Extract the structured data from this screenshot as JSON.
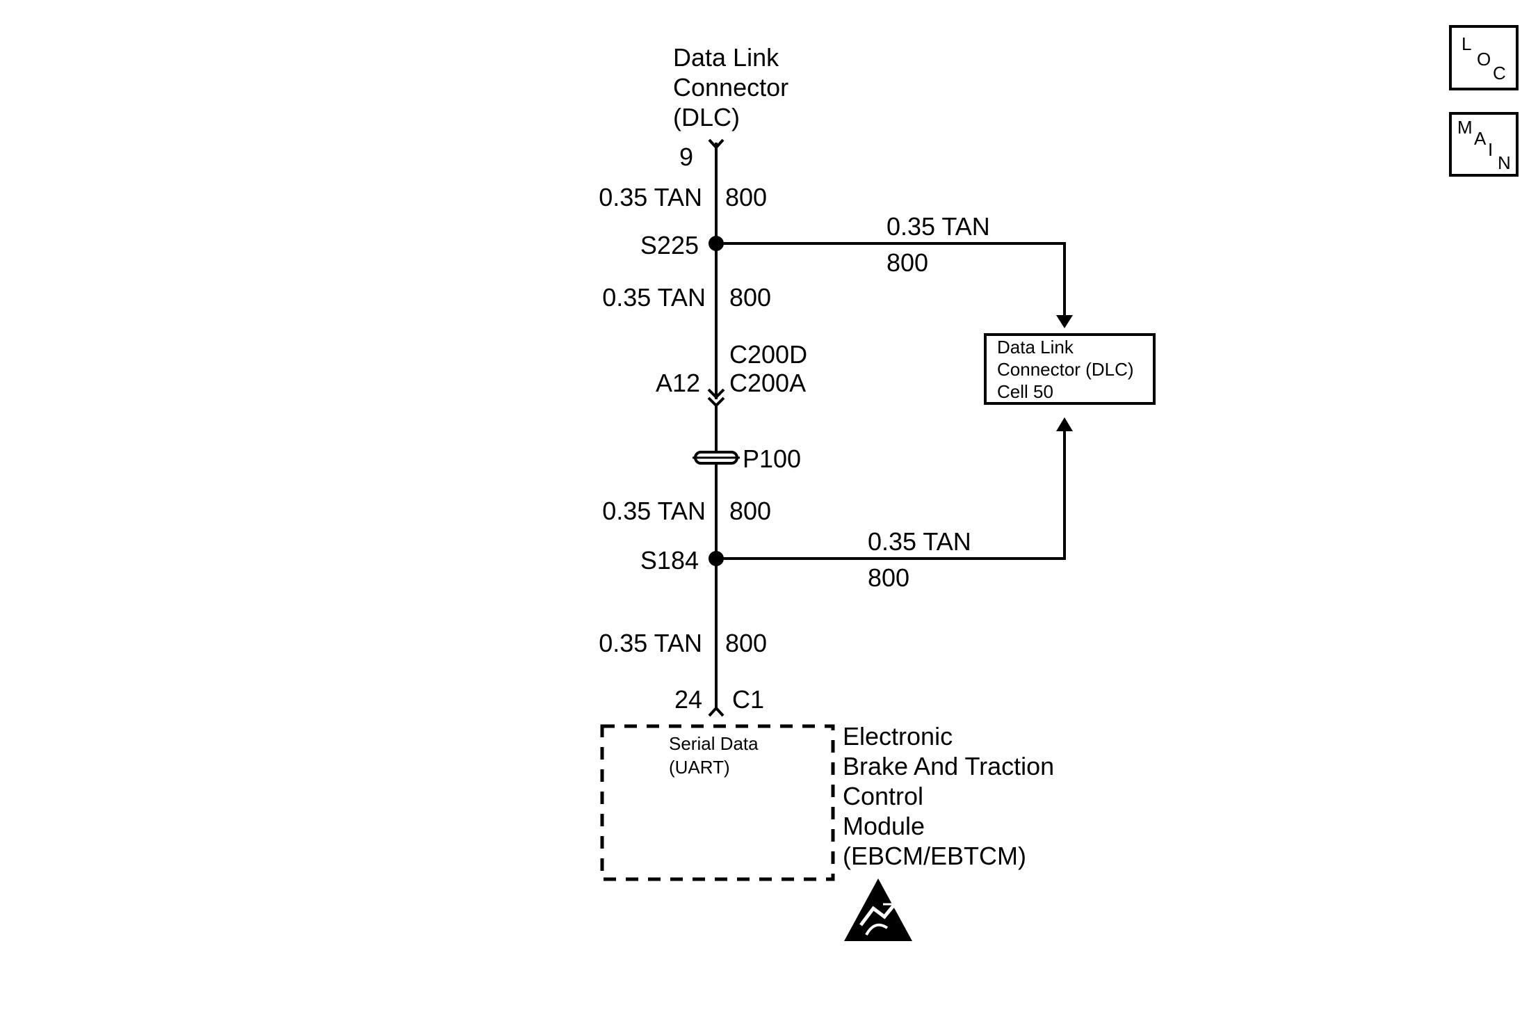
{
  "top_connector": {
    "name_lines": [
      "Data Link",
      "Connector",
      "(DLC)"
    ],
    "pin": "9"
  },
  "wires": {
    "w1": {
      "gauge": "0.35 TAN",
      "circuit": "800"
    },
    "w2": {
      "gauge": "0.35 TAN",
      "circuit": "800"
    },
    "w3": {
      "gauge": "0.35 TAN",
      "circuit": "800"
    },
    "w4": {
      "gauge": "0.35 TAN",
      "circuit": "800"
    },
    "branch_upper": {
      "gauge": "0.35 TAN",
      "circuit": "800"
    },
    "branch_lower": {
      "gauge": "0.35 TAN",
      "circuit": "800"
    }
  },
  "splices": {
    "upper": "S225",
    "lower": "S184"
  },
  "inline_connector": {
    "pin": "A12",
    "upper": "C200D",
    "lower": "C200A"
  },
  "ground_point": "P100",
  "module_connector": {
    "pin": "24",
    "connector": "C1"
  },
  "reference_box": {
    "lines": [
      "Data Link",
      "Connector (DLC)",
      "Cell 50"
    ]
  },
  "module": {
    "internal_lines": [
      "Serial Data",
      "(UART)"
    ],
    "name_lines": [
      "Electronic",
      "Brake And Traction",
      "Control",
      "Module",
      "(EBCM/EBTCM)"
    ]
  },
  "nav": {
    "loc": [
      "L",
      "O",
      "C"
    ],
    "main": [
      "M",
      "A",
      "I",
      "N"
    ]
  },
  "icons": {
    "esd_warning": "esd-sensitive-icon"
  }
}
